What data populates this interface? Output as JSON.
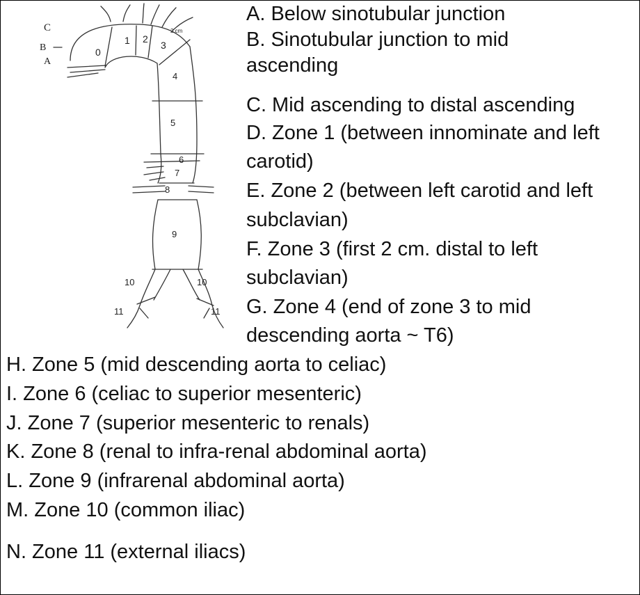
{
  "diagram": {
    "side_labels": [
      "C",
      "B",
      "A"
    ],
    "zone_numbers": [
      "0",
      "1",
      "2",
      "3",
      "4",
      "5",
      "6",
      "7",
      "8",
      "9",
      "10",
      "10",
      "11",
      "11"
    ],
    "distance_label": "2 cm"
  },
  "legend": [
    "A. Below sinotubular junction",
    "B. Sinotubular junction to mid",
    "ascending",
    "C. Mid ascending to distal ascending",
    "D. Zone 1 (between innominate and left",
    "carotid)",
    "E. Zone 2 (between left carotid and left",
    "subclavian)",
    "F. Zone 3 (first 2 cm. distal to left",
    "subclavian)",
    "G. Zone 4 (end of zone 3 to mid",
    "descending aorta ~ T6)",
    "H. Zone 5 (mid descending aorta to celiac)",
    "I. Zone 6 (celiac to superior mesenteric)",
    "J. Zone 7 (superior mesenteric to renals)",
    "K. Zone 8 (renal to infra-renal abdominal aorta)",
    "L. Zone 9 (infrarenal abdominal aorta)",
    "M. Zone 10 (common iliac)",
    "N. Zone 11 (external iliacs)"
  ]
}
